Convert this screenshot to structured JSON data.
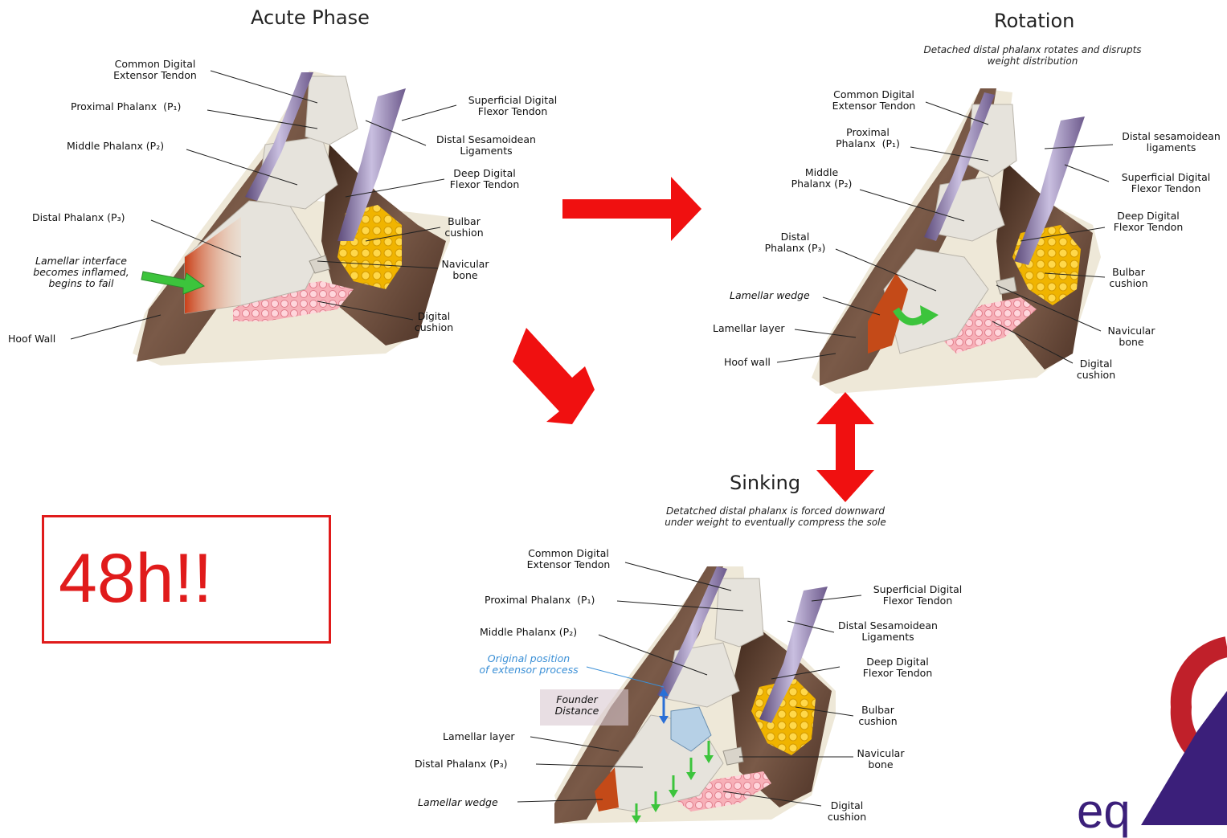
{
  "panels": {
    "acute": {
      "title": "Acute Phase",
      "labels": {
        "common_ext": "Common Digital\nExtensor Tendon",
        "p1": "Proximal Phalanx  (P₁)",
        "p2": "Middle Phalanx (P₂)",
        "p3": "Distal Phalanx (P₃)",
        "lamellar": "Lamellar interface\nbecomes inflamed,\nbegins to fail",
        "hoof_wall": "Hoof Wall",
        "sdft": "Superficial Digital\nFlexor Tendon",
        "dsl": "Distal Sesamoidean\nLigaments",
        "ddft": "Deep Digital\nFlexor Tendon",
        "bulbar": "Bulbar\ncushion",
        "navicular": "Navicular\nbone",
        "digital": "Digital\ncushion"
      }
    },
    "rotation": {
      "title": "Rotation",
      "subtitle": "Detached distal phalanx rotates\nand disrupts weight distribution",
      "labels": {
        "common_ext": "Common Digital\nExtensor Tendon",
        "p1": "Proximal\nPhalanx  (P₁)",
        "p2": "Middle\nPhalanx (P₂)",
        "p3": "Distal\nPhalanx (P₃)",
        "wedge": "Lamellar wedge",
        "layer": "Lamellar layer",
        "hoof_wall": "Hoof wall",
        "dsl": "Distal sesamoidean\nligaments",
        "sdft": "Superficial Digital\nFlexor Tendon",
        "ddft": "Deep Digital\nFlexor Tendon",
        "bulbar": "Bulbar\ncushion",
        "navicular": "Navicular\nbone",
        "digital": "Digital\ncushion"
      }
    },
    "sinking": {
      "title": "Sinking",
      "subtitle": "Detatched distal phalanx is forced\ndownward under weight to eventually\ncompress the sole",
      "labels": {
        "common_ext": "Common Digital\nExtensor Tendon",
        "p1": "Proximal Phalanx  (P₁)",
        "p2": "Middle Phalanx (P₂)",
        "original": "Original position\nof extensor process",
        "founder": "Founder\nDistance",
        "layer": "Lamellar layer",
        "p3": "Distal Phalanx (P₃)",
        "wedge": "Lamellar wedge",
        "sdft": "Superficial Digital\nFlexor Tendon",
        "dsl": "Distal Sesamoidean\nLigaments",
        "ddft": "Deep Digital\nFlexor Tendon",
        "bulbar": "Bulbar\ncushion",
        "navicular": "Navicular\nbone",
        "digital": "Digital\ncushion"
      }
    }
  },
  "callout": {
    "text": "48h!!",
    "color": "#e01b1b"
  },
  "logo": {
    "text": "eq",
    "color": "#3b1f7a"
  },
  "colors": {
    "arrow": "#f01010",
    "green_arrow": "#3cc43c",
    "hoof": "#6b4a3a",
    "bone": "#e6e3dc",
    "fat": "#f5c518"
  }
}
